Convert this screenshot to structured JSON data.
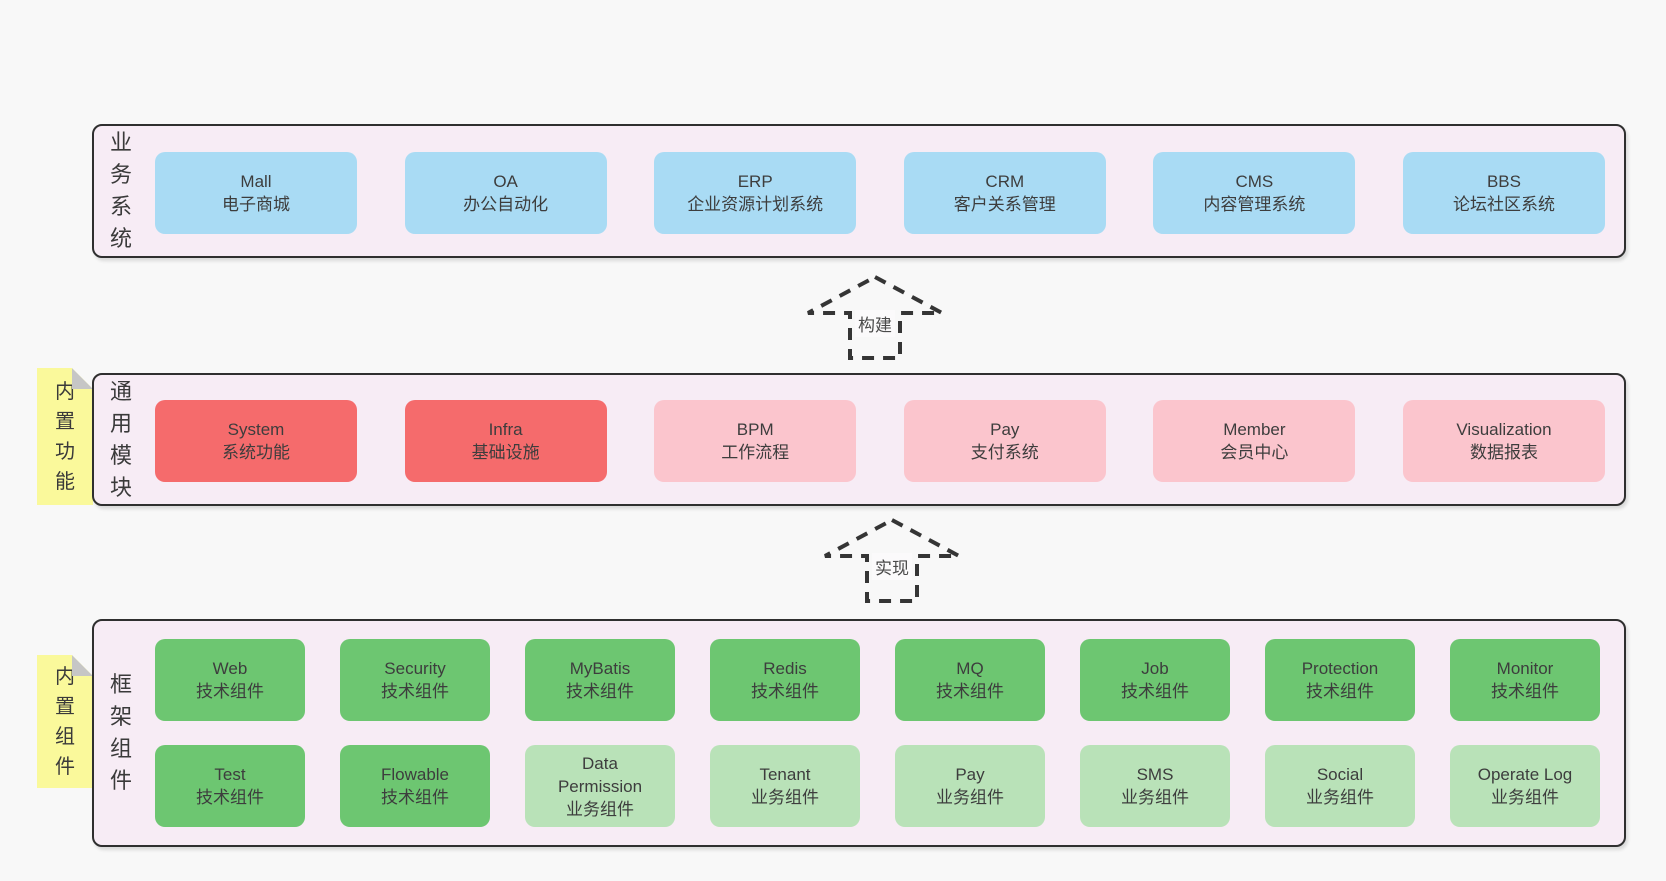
{
  "colors": {
    "page_background": "#f8f8f8",
    "band_background": "#f7ecf5",
    "band_border": "#2f2f2f",
    "blue_box": "#a9dbf4",
    "red_box": "#f56b6c",
    "pink_box": "#fbc5cd",
    "green_box": "#6dc671",
    "light_green_box": "#b9e2b8",
    "sticky_yellow": "#faf99b",
    "sticky_fold_gray": "#c6c6c6",
    "arrow_stroke": "#353535",
    "text": "#3d3d3d"
  },
  "stickies": [
    {
      "label": "内置功能"
    },
    {
      "label": "内置组件"
    }
  ],
  "arrows": [
    {
      "label": "构建"
    },
    {
      "label": "实现"
    }
  ],
  "bands": [
    {
      "label": "业务系统",
      "boxes": [
        {
          "title": "Mall",
          "subtitle": "电子商城"
        },
        {
          "title": "OA",
          "subtitle": "办公自动化"
        },
        {
          "title": "ERP",
          "subtitle": "企业资源计划系统"
        },
        {
          "title": "CRM",
          "subtitle": "客户关系管理"
        },
        {
          "title": "CMS",
          "subtitle": "内容管理系统"
        },
        {
          "title": "BBS",
          "subtitle": "论坛社区系统"
        }
      ]
    },
    {
      "label": "通用模块",
      "boxes": [
        {
          "title": "System",
          "subtitle": "系统功能"
        },
        {
          "title": "Infra",
          "subtitle": "基础设施"
        },
        {
          "title": "BPM",
          "subtitle": "工作流程"
        },
        {
          "title": "Pay",
          "subtitle": "支付系统"
        },
        {
          "title": "Member",
          "subtitle": "会员中心"
        },
        {
          "title": "Visualization",
          "subtitle": "数据报表"
        }
      ]
    },
    {
      "label": "框架组件",
      "boxes": [
        {
          "title": "Web",
          "subtitle": "技术组件"
        },
        {
          "title": "Security",
          "subtitle": "技术组件"
        },
        {
          "title": "MyBatis",
          "subtitle": "技术组件"
        },
        {
          "title": "Redis",
          "subtitle": "技术组件"
        },
        {
          "title": "MQ",
          "subtitle": "技术组件"
        },
        {
          "title": "Job",
          "subtitle": "技术组件"
        },
        {
          "title": "Protection",
          "subtitle": "技术组件"
        },
        {
          "title": "Monitor",
          "subtitle": "技术组件"
        },
        {
          "title": "Test",
          "subtitle": "技术组件"
        },
        {
          "title": "Flowable",
          "subtitle": "技术组件"
        },
        {
          "title": "Data Permission",
          "subtitle": "业务组件"
        },
        {
          "title": "Tenant",
          "subtitle": "业务组件"
        },
        {
          "title": "Pay",
          "subtitle": "业务组件"
        },
        {
          "title": "SMS",
          "subtitle": "业务组件"
        },
        {
          "title": "Social",
          "subtitle": "业务组件"
        },
        {
          "title": "Operate Log",
          "subtitle": "业务组件"
        }
      ]
    }
  ]
}
